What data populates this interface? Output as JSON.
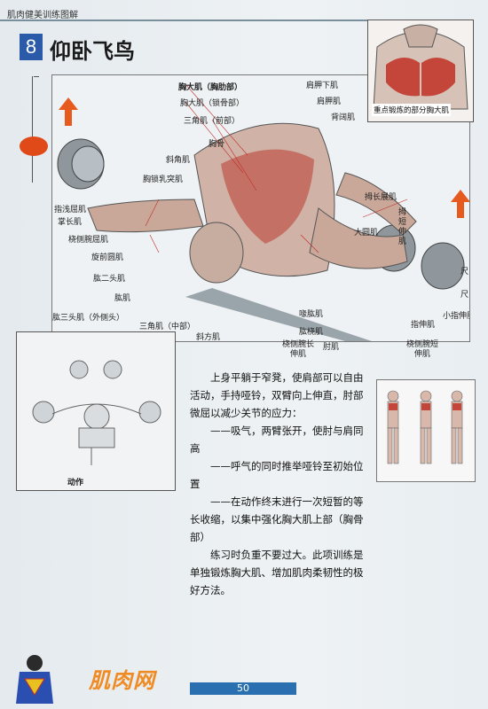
{
  "header": {
    "running_title": "肌肉健美训练图解"
  },
  "exercise": {
    "number": "8",
    "title": "仰卧飞鸟"
  },
  "inset": {
    "label": "重点锻炼的部分胸大肌"
  },
  "muscle_labels": {
    "pec_sternal": "胸大肌（胸肋部）",
    "pec_clavicular": "胸大肌（锁骨部）",
    "deltoid_front": "三角肌（前部）",
    "sternum": "胸骨",
    "obliques": "斜角肌",
    "scm": "胸锁乳突肌",
    "levator": "肩胛下肌",
    "teres_minor": "肩胛肌",
    "lats": "背阔肌",
    "abd_pollicis_long": "拇长展肌",
    "ext_pollicis_brevis": "拇短伸肌",
    "teres_major": "大圆肌",
    "palmaris_brevis": "指浅屈肌",
    "palmaris_long": "掌长肌",
    "flexor_carpi_radialis": "桡侧腕屈肌",
    "pronator": "旋前圆肌",
    "biceps": "肱二头肌",
    "brachialis": "肱肌",
    "triceps_lateral": "肱三头肌（外侧头）",
    "deltoid_mid": "三角肌（中部）",
    "obliques_bottom": "斜方肌",
    "coracobrachialis": "喙肱肌",
    "brachioradialis": "肱桡肌",
    "ext_carpi_radialis_long": "桡侧腕长伸肌",
    "elbow": "肘肌",
    "ext_carpi_radialis_brevis": "桡侧腕短伸肌",
    "ext_digitorum": "指伸肌",
    "ulnar_1": "尺",
    "ulnar_2": "尺",
    "little_finger": "小指伸肌"
  },
  "action": {
    "label": "动作"
  },
  "body_text": [
    "上身平躺于窄凳，使肩部可以自由活动，手持哑铃，双臂向上伸直，肘部微屈以减少关节的应力：",
    "——吸气，两臂张开，使肘与肩同高",
    "——呼气的同时推举哑铃至初始位置",
    "——在动作终末进行一次短暂的等长收缩，以集中强化胸大肌上部（胸骨部）",
    "练习时负重不要过大。此项训练是单独锻炼胸大肌、增加肌肉柔韧性的极好方法。"
  ],
  "footer": {
    "site": "肌肉网",
    "page_number": "50"
  },
  "colors": {
    "accent_blue": "#2a5aa8",
    "accent_orange": "#e04a18",
    "site_orange": "#f08a22"
  }
}
